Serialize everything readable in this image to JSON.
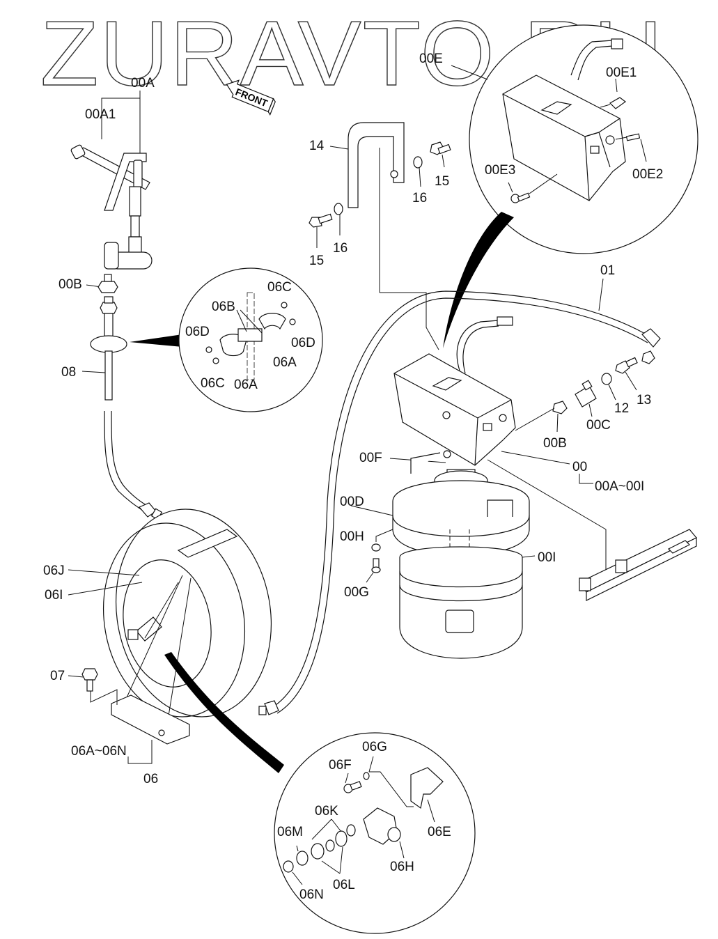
{
  "watermark": "ZURAVTO.RU",
  "direction_tag": "FRONT",
  "labels": {
    "l00A": "00A",
    "l00A1": "00A1",
    "l00B_top": "00B",
    "l08": "08",
    "l06C_1": "06C",
    "l06B": "06B",
    "l06D_1": "06D",
    "l06D_2": "06D",
    "l06C_2": "06C",
    "l06A_1": "06A",
    "l06A_2": "06A",
    "l14": "14",
    "l15_1": "15",
    "l16_1": "16",
    "l15_2": "15",
    "l16_2": "16",
    "l00E": "00E",
    "l00E1": "00E1",
    "l00E2": "00E2",
    "l00E3": "00E3",
    "l01": "01",
    "l12": "12",
    "l13": "13",
    "l00C": "00C",
    "l00B": "00B",
    "l00": "00",
    "l00A_00I": "00A~00I",
    "l00F": "00F",
    "l00D": "00D",
    "l00H": "00H",
    "l00G": "00G",
    "l00I": "00I",
    "l06J": "06J",
    "l06I": "06I",
    "l07": "07",
    "l06A_06N": "06A~06N",
    "l06": "06",
    "l06F": "06F",
    "l06G": "06G",
    "l06K": "06K",
    "l06M": "06M",
    "l06E": "06E",
    "l06H": "06H",
    "l06L": "06L",
    "l06N": "06N"
  },
  "callouts": [
    {
      "id": "detail-00E",
      "parts": [
        "00E",
        "00E1",
        "00E2",
        "00E3"
      ]
    },
    {
      "id": "detail-06-clamp",
      "parts": [
        "06A",
        "06B",
        "06C",
        "06D"
      ]
    },
    {
      "id": "detail-06-swivel",
      "parts": [
        "06E",
        "06F",
        "06G",
        "06H",
        "06K",
        "06L",
        "06M",
        "06N"
      ]
    }
  ]
}
